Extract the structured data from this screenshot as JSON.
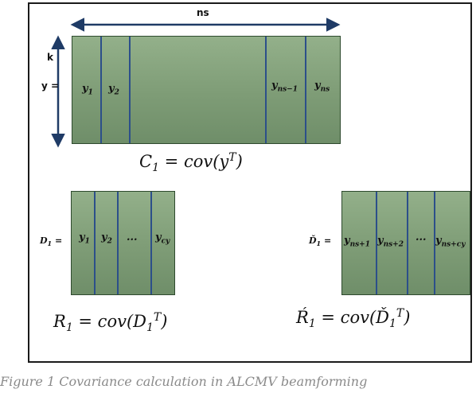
{
  "top_matrix": {
    "width_label": "ns",
    "height_label": "k",
    "prefix": "y =",
    "columns": [
      "y1",
      "y2",
      "yns−1",
      "yns"
    ],
    "formula": "C1 = cov(yT)"
  },
  "left_matrix": {
    "prefix": "D1 =",
    "columns": [
      "y1",
      "y2",
      "...",
      "ycy"
    ],
    "formula": "R1 = cov(D1T)"
  },
  "right_matrix": {
    "prefix": "Ď1 =",
    "columns": [
      "yns+1",
      "yns+2",
      "...",
      "yns+cy"
    ],
    "formula": "Ŕ1 = cov(Ď1T)"
  },
  "caption": "Figure 1 Covariance calculation in ALCMV beamforming",
  "colors": {
    "matrix_fill": "#7e9c76",
    "column_line": "#2c4f8a",
    "frame": "#1a1a1a"
  }
}
